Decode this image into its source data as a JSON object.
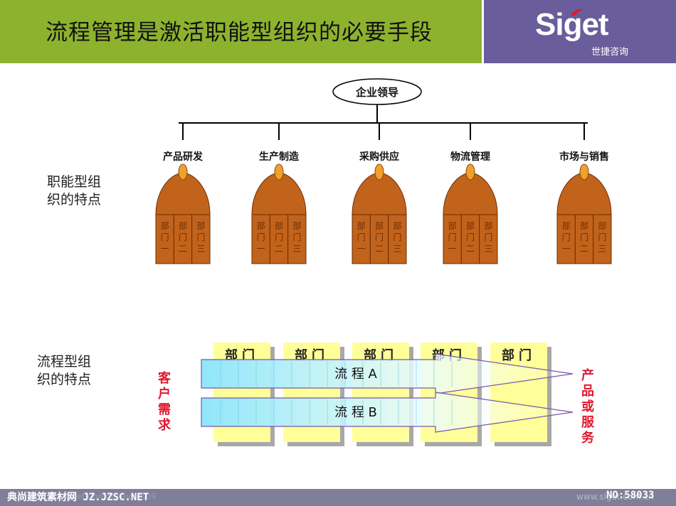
{
  "header": {
    "title": "流程管理是激活职能型组织的必要手段",
    "logo": "Siget",
    "logo_sub": "世捷咨询"
  },
  "functional": {
    "label_lines": [
      "职能型组",
      "织的特点"
    ],
    "root": "企业领导",
    "departments": [
      "产品研发",
      "生产制造",
      "采购供应",
      "物流管理",
      "市场与销售"
    ],
    "sub_units": [
      [
        "部",
        "门",
        "一"
      ],
      [
        "部",
        "门",
        "二"
      ],
      [
        "部",
        "门",
        "三"
      ]
    ]
  },
  "process": {
    "label_lines": [
      "流程型组",
      "织的特点"
    ],
    "blocks": [
      "部门",
      "部门",
      "部门",
      "部门",
      "部门"
    ],
    "customer_chars": [
      "客",
      "户",
      "需",
      "求"
    ],
    "flows": [
      "流 程 A",
      "流 程 B"
    ],
    "output_chars": [
      "产",
      "品",
      "或",
      "服",
      "务"
    ]
  },
  "footer": {
    "left": "典尚建筑素材网 JZ.JZSC.NET",
    "right": "NO:58033",
    "ghost": "www.siget.com.cn",
    "copyright": "Copyright Siget Corporation 2009"
  },
  "colors": {
    "header_green": "#8db22e",
    "header_purple": "#6a5d9b",
    "dome": "#c2631c",
    "knob": "#f0a030",
    "block_yellow": "#ffff99",
    "arrow_cyan": "#b3f0ff",
    "accent_red": "#e0182e"
  }
}
